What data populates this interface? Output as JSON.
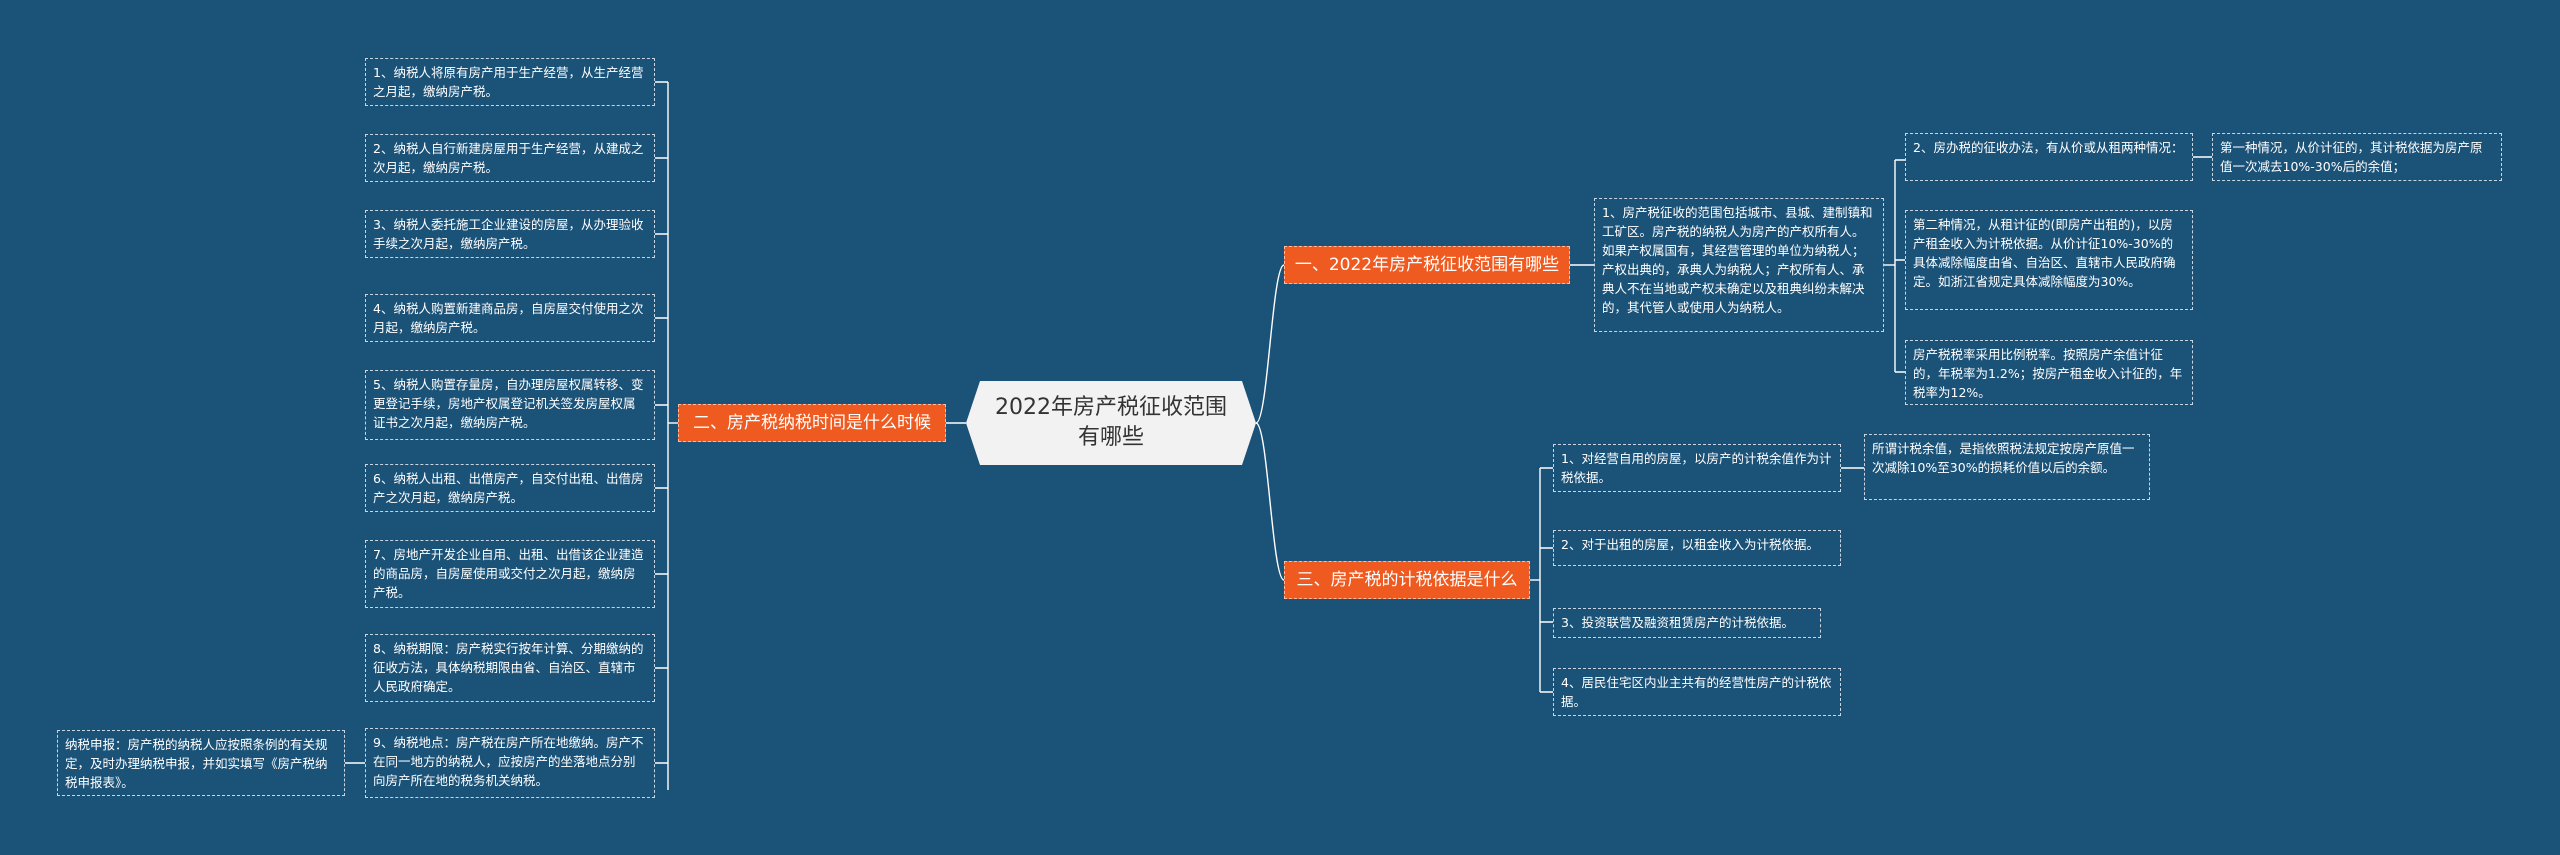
{
  "root": {
    "title": "2022年房产税征收范围有哪些"
  },
  "branch1": {
    "label": "一、2022年房产税征收范围有哪些",
    "desc": "1、房产税征收的范围包括城市、县城、建制镇和工矿区。房产税的纳税人为房产的产权所有人。如果产权属国有，其经营管理的单位为纳税人；产权出典的，承典人为纳税人；产权所有人、承典人不在当地或产权未确定以及租典纠纷未解决的，其代管人或使用人为纳税人。",
    "method": "2、房办税的征收办法，有从价或从租两种情况：",
    "case1": "第一种情况，从价计征的，其计税依据为房产原值一次减去10%-30%后的余值；",
    "case2": "第二种情况，从租计征的(即房产出租的)，以房产租金收入为计税依据。从价计征10%-30%的具体减除幅度由省、自治区、直辖市人民政府确定。如浙江省规定具体减除幅度为30%。",
    "rate": "房产税税率采用比例税率。按照房产余值计征的，年税率为1.2%；按房产租金收入计征的，年税率为12%。"
  },
  "branch2": {
    "label": "二、房产税纳税时间是什么时候",
    "items": [
      "1、纳税人将原有房产用于生产经营，从生产经营之月起，缴纳房产税。",
      "2、纳税人自行新建房屋用于生产经营，从建成之次月起，缴纳房产税。",
      "3、纳税人委托施工企业建设的房屋，从办理验收手续之次月起，缴纳房产税。",
      "4、纳税人购置新建商品房，自房屋交付使用之次月起，缴纳房产税。",
      "5、纳税人购置存量房，自办理房屋权属转移、变更登记手续，房地产权属登记机关签发房屋权属证书之次月起，缴纳房产税。",
      "6、纳税人出租、出借房产，自交付出租、出借房产之次月起，缴纳房产税。",
      "7、房地产开发企业自用、出租、出借该企业建造的商品房，自房屋使用或交付之次月起，缴纳房产税。",
      "8、纳税期限：房产税实行按年计算、分期缴纳的征收方法，具体纳税期限由省、自治区、直辖市人民政府确定。",
      "9、纳税地点：房产税在房产所在地缴纳。房产不在同一地方的纳税人，应按房产的坐落地点分别向房产所在地的税务机关纳税。"
    ],
    "declare": "纳税申报：房产税的纳税人应按照条例的有关规定，及时办理纳税申报，并如实填写《房产税纳税申报表》。"
  },
  "branch3": {
    "label": "三、房产税的计税依据是什么",
    "items": [
      "1、对经营自用的房屋，以房产的计税余值作为计税依据。",
      "2、对于出租的房屋，以租金收入为计税依据。",
      "3、投资联营及融资租赁房产的计税依据。",
      "4、居民住宅区内业主共有的经营性房产的计税依据。"
    ],
    "residual": "所谓计税余值，是指依照税法规定按房产原值一次减除10%至30%的损耗价值以后的余额。"
  },
  "colors": {
    "background": "#1b5278",
    "branch": "#ee5a1f",
    "root": "#f2f2f2",
    "line": "#ffffff"
  }
}
